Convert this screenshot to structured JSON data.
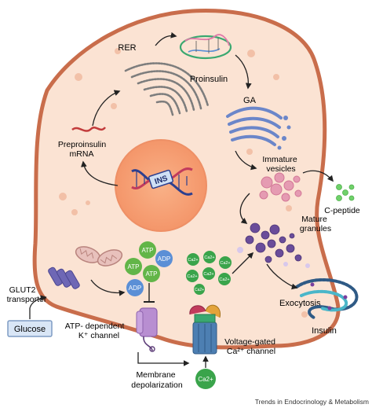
{
  "labels": {
    "rer": "RER",
    "proinsulin": "Proinsulin",
    "ga": "GA",
    "preproinsulin_line1": "Preproinsulin",
    "preproinsulin_line2": "mRNA",
    "ins": "INS",
    "immature_line1": "Immature",
    "immature_line2": "vesicles",
    "c_peptide": "C-peptide",
    "mature_line1": "Mature",
    "mature_line2": "granules",
    "glut2_line1": "GLUT2",
    "glut2_line2": "transporter",
    "glucose": "Glucose",
    "katp_line1": "ATP- dependent",
    "katp_line2": "K⁺ channel",
    "exocytosis": "Exocytosis",
    "insulin": "Insulin",
    "vgcc_line1": "Voltage-gated",
    "vgcc_line2": "Ca²⁺ channel",
    "membrane_line1": "Membrane",
    "membrane_line2": "depolarization",
    "atp": "ATP",
    "adp": "ADP",
    "ca_inside": "Ca2+",
    "ca_outside": "Ca2+",
    "footer": "Trends in Endocrinology & Metabolism"
  },
  "colors": {
    "cytoplasm": "#fbe3d3",
    "membrane": "#c96d4b",
    "nucleus": "#f6a57b",
    "nucleus_edge": "#ee9066",
    "rer": "#7d7d7d",
    "golgi": "#6b86c9",
    "mitochondria": "#c99c97",
    "atp": "#62b548",
    "adp": "#5b8fd6",
    "calcium": "#3aa44b",
    "immature_vesicle": "#e59bb2",
    "mature_granule": "#6a4c9a",
    "c_peptide": "#6fd16a",
    "glucose_box": "#d9e6f6",
    "k_channel": "#b88ed1",
    "ca_channel": "#4d7fb2",
    "glut2": "#6e67b5",
    "dna": "#2c3f8f",
    "mrna": "#c23b3b",
    "insulin_chain": "#3e7fbf"
  },
  "icons": [
    "rer-icon",
    "golgi-icon",
    "mitochondria-icon",
    "glut2-transporter-icon",
    "k-atp-channel-icon",
    "calcium-channel-icon",
    "dna-icon",
    "mrna-icon",
    "proinsulin-icon",
    "insulin-chain-icon",
    "immature-vesicle-icon",
    "mature-granule-icon",
    "c-peptide-icon"
  ]
}
